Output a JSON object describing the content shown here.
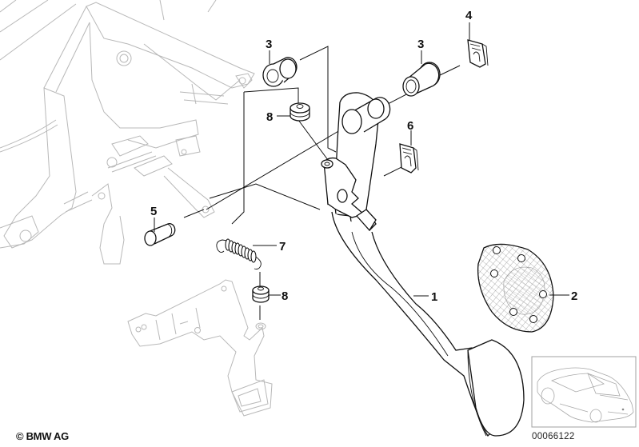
{
  "diagram": {
    "title": "Pedal assembly parts diagram",
    "callouts": [
      {
        "id": "callout-1",
        "label": "1",
        "part": "pedal-lever"
      },
      {
        "id": "callout-2",
        "label": "2",
        "part": "pedal-pad"
      },
      {
        "id": "callout-3a",
        "label": "3",
        "part": "bushing-left"
      },
      {
        "id": "callout-3b",
        "label": "3",
        "part": "bushing-right"
      },
      {
        "id": "callout-4",
        "label": "4",
        "part": "clip-upper"
      },
      {
        "id": "callout-5",
        "label": "5",
        "part": "pin"
      },
      {
        "id": "callout-6",
        "label": "6",
        "part": "clip-lower"
      },
      {
        "id": "callout-7",
        "label": "7",
        "part": "return-spring"
      },
      {
        "id": "callout-8a",
        "label": "8",
        "part": "rubber-buffer-upper"
      },
      {
        "id": "callout-8b",
        "label": "8",
        "part": "rubber-buffer-lower"
      }
    ],
    "thumbnail": {
      "subject": "coupe-car-thumbnail"
    }
  },
  "footer": {
    "copyright": "© BMW AG",
    "diagram_number": "00066122"
  }
}
